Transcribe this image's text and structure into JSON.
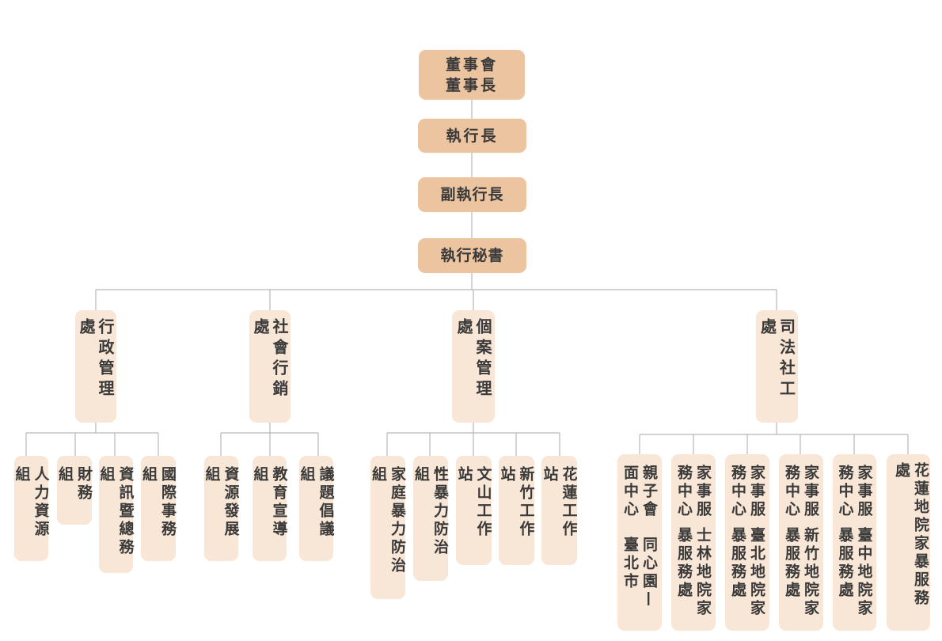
{
  "board": {
    "line1": "董事會",
    "line2": "董事長"
  },
  "ceo": "執行長",
  "deputy_ceo": "副執行長",
  "executive_secretary": "執行秘書",
  "departments": {
    "admin": {
      "name": "行政管理處",
      "units": [
        "人力資源組",
        "財務組",
        "資訊暨總務組",
        "國際事務組"
      ]
    },
    "marketing": {
      "name": "社會行銷處",
      "units": [
        "資源發展組",
        "教育宣導組",
        "議題倡議組"
      ]
    },
    "case": {
      "name": "個案管理處",
      "units": [
        "家庭暴力防治組",
        "性暴力防治組",
        "文山工作站",
        "新竹工作站",
        "花蓮工作站"
      ]
    },
    "judicial": {
      "name": "司法社工處",
      "units": [
        {
          "col1": "親子會面中心",
          "col2": "同心園—臺北市"
        },
        {
          "col1": "家事服務中心",
          "col2": "士林地院家暴服務處"
        },
        {
          "col1": "家事服務中心",
          "col2": "臺北地院家暴服務處"
        },
        {
          "col1": "家事服務中心",
          "col2": "新竹地院家暴服務處"
        },
        {
          "col1": "家事服務中心",
          "col2": "臺中地院家暴服務處"
        },
        "花蓮地院家暴服務處"
      ]
    }
  },
  "colors": {
    "top_box": "#ecc49f",
    "sub_box": "#f8e6d6",
    "line": "#b8b8b8",
    "text": "#3a3a3a"
  }
}
